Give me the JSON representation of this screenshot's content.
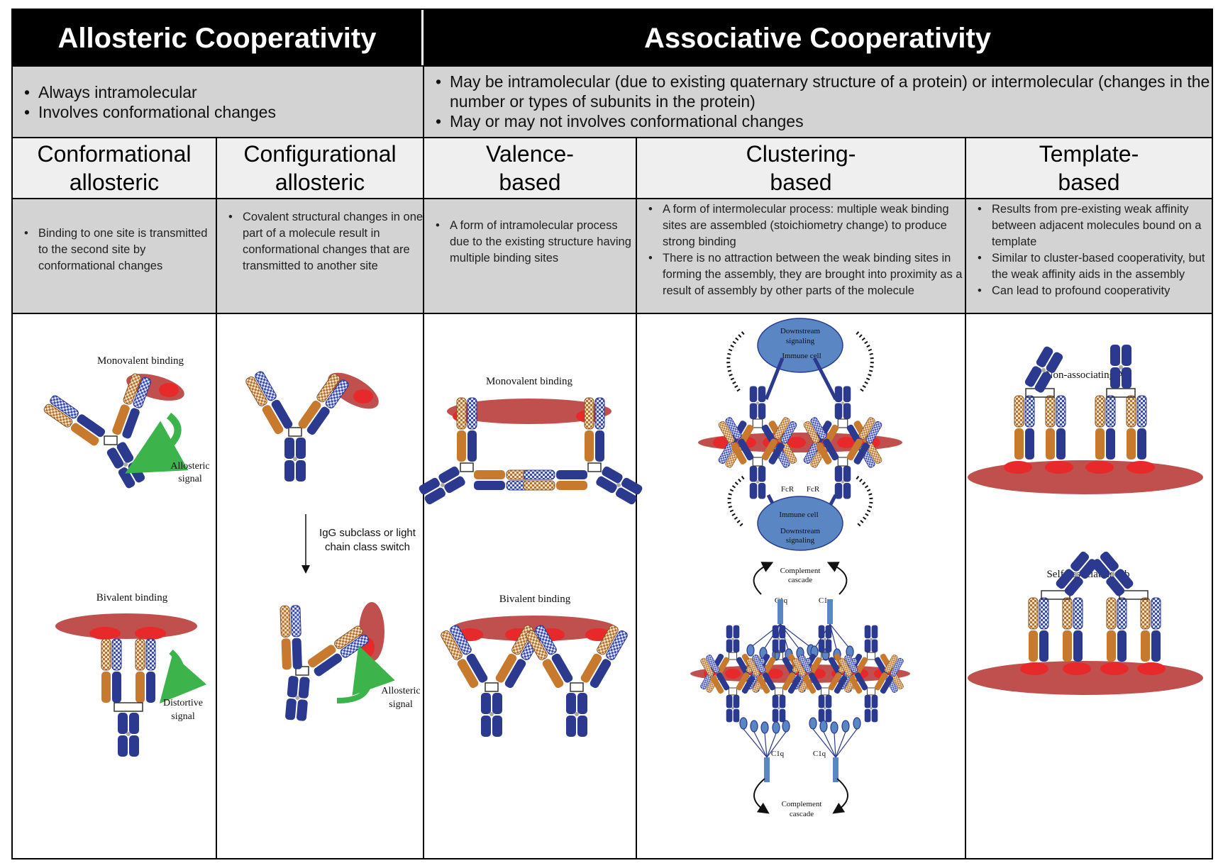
{
  "headers": {
    "allosteric": "Allosteric Cooperativity",
    "associative": "Associative Cooperativity"
  },
  "summaries": {
    "allosteric": [
      "Always intramolecular",
      "Involves conformational changes"
    ],
    "associative": [
      "May be intramolecular (due to existing quaternary structure of a protein) or intermolecular (changes in the number or types of subunits in the protein)",
      "May or may not involves conformational changes"
    ]
  },
  "columns": [
    {
      "title_line1": "Conformational",
      "title_line2": "allosteric",
      "bullets": [
        "Binding to one site is transmitted to the second site by conformational changes"
      ]
    },
    {
      "title_line1": "Configurational",
      "title_line2": "allosteric",
      "bullets": [
        "Covalent structural changes in one part of a molecule result in conformational changes that are transmitted to another site"
      ]
    },
    {
      "title_line1": "Valence-",
      "title_line2": "based",
      "bullets": [
        "A form of intramolecular process due to the existing structure having multiple binding sites"
      ]
    },
    {
      "title_line1": "Clustering-",
      "title_line2": "based",
      "bullets": [
        "A form of intermolecular process: multiple weak binding sites are assembled (stoichiometry change) to produce strong binding",
        "There is no attraction between the weak binding sites in forming the assembly, they are brought into proximity as a result of assembly by other parts of the molecule"
      ]
    },
    {
      "title_line1": "Template-",
      "title_line2": "based",
      "bullets": [
        "Results from pre-existing weak affinity between adjacent molecules bound on a template",
        "Similar to cluster-based cooperativity, but the weak affinity aids in the assembly",
        "Can lead to profound cooperativity"
      ]
    }
  ],
  "figure_labels": {
    "c1_top": "Monovalent binding",
    "c1_signal_1": "Allosteric",
    "c1_signal_2": "signal",
    "c1_bottom": "Bivalent binding",
    "c1_distort_1": "Distortive",
    "c1_distort_2": "signal",
    "c2_switch_1": "IgG subclass or light",
    "c2_switch_2": "chain class switch",
    "c2_signal_1": "Allosteric",
    "c2_signal_2": "signal",
    "c3_top": "Monovalent binding",
    "c3_bottom": "Bivalent binding",
    "c4_downstream_1": "Downstream",
    "c4_downstream_2": "signaling",
    "c4_immune": "Immune cell",
    "c4_fcr": "FcR",
    "c4_complement_1": "Complement",
    "c4_complement_2": "cascade",
    "c4_c1q": "C1q",
    "c5_top": "Non-associating Ab",
    "c5_bottom": "Self-associating Ab"
  },
  "colors": {
    "antibody_blue": "#2b3a8f",
    "antibody_orange": "#c77a2e",
    "antigen_red": "#c0504d",
    "epitope_red": "#e8292b",
    "arrow_green": "#3cb44b",
    "cell_blue": "#5b86c4"
  }
}
